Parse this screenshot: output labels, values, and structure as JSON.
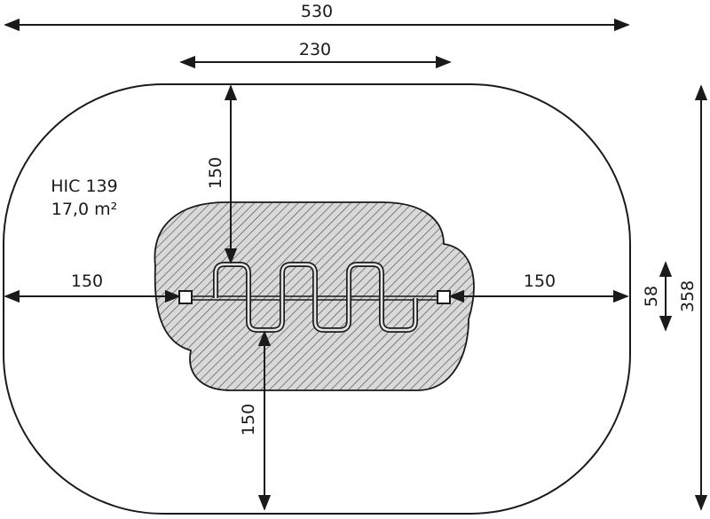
{
  "product": {
    "code": "HIC 139",
    "area": "17,0 m²"
  },
  "dimensions": {
    "overall_width": "530",
    "equipment_width": "230",
    "overall_height": "358",
    "equipment_depth": "58",
    "clearance_left": "150",
    "clearance_right": "150",
    "clearance_top": "150",
    "clearance_bottom": "150"
  },
  "colors": {
    "line": "#1a1a1a",
    "hatch_fill": "#d9d9d9"
  }
}
